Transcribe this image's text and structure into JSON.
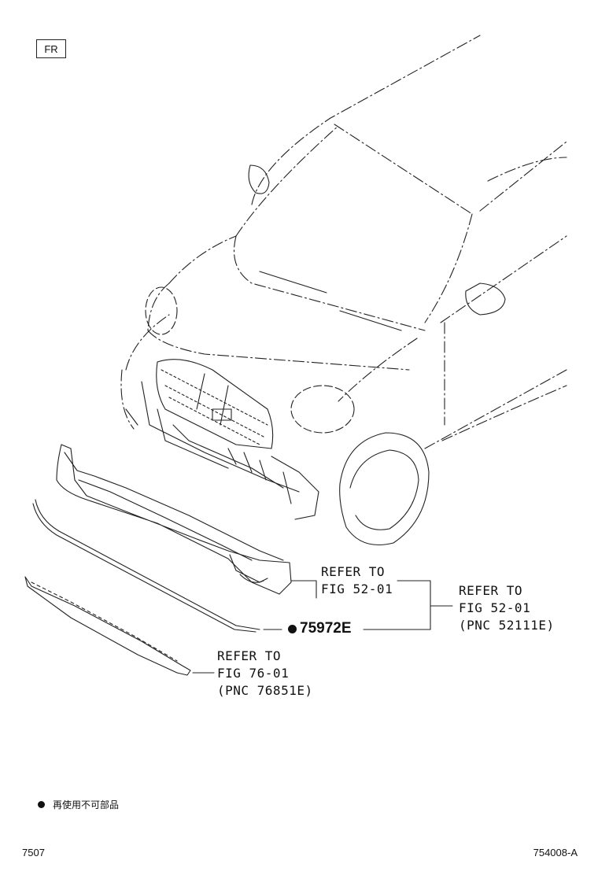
{
  "orientation_label": "FR",
  "callouts": {
    "bumper_ref": "REFER TO\nFIG 52-01",
    "group_ref": "REFER TO\nFIG 52-01\n(PNC 52111E)",
    "lower_ref": "REFER TO\nFIG 76-01\n(PNC 76851E)"
  },
  "part_number": "75972E",
  "legend": {
    "text": "再使用不可部品"
  },
  "footer": {
    "left": "7507",
    "right": "754008-A"
  }
}
